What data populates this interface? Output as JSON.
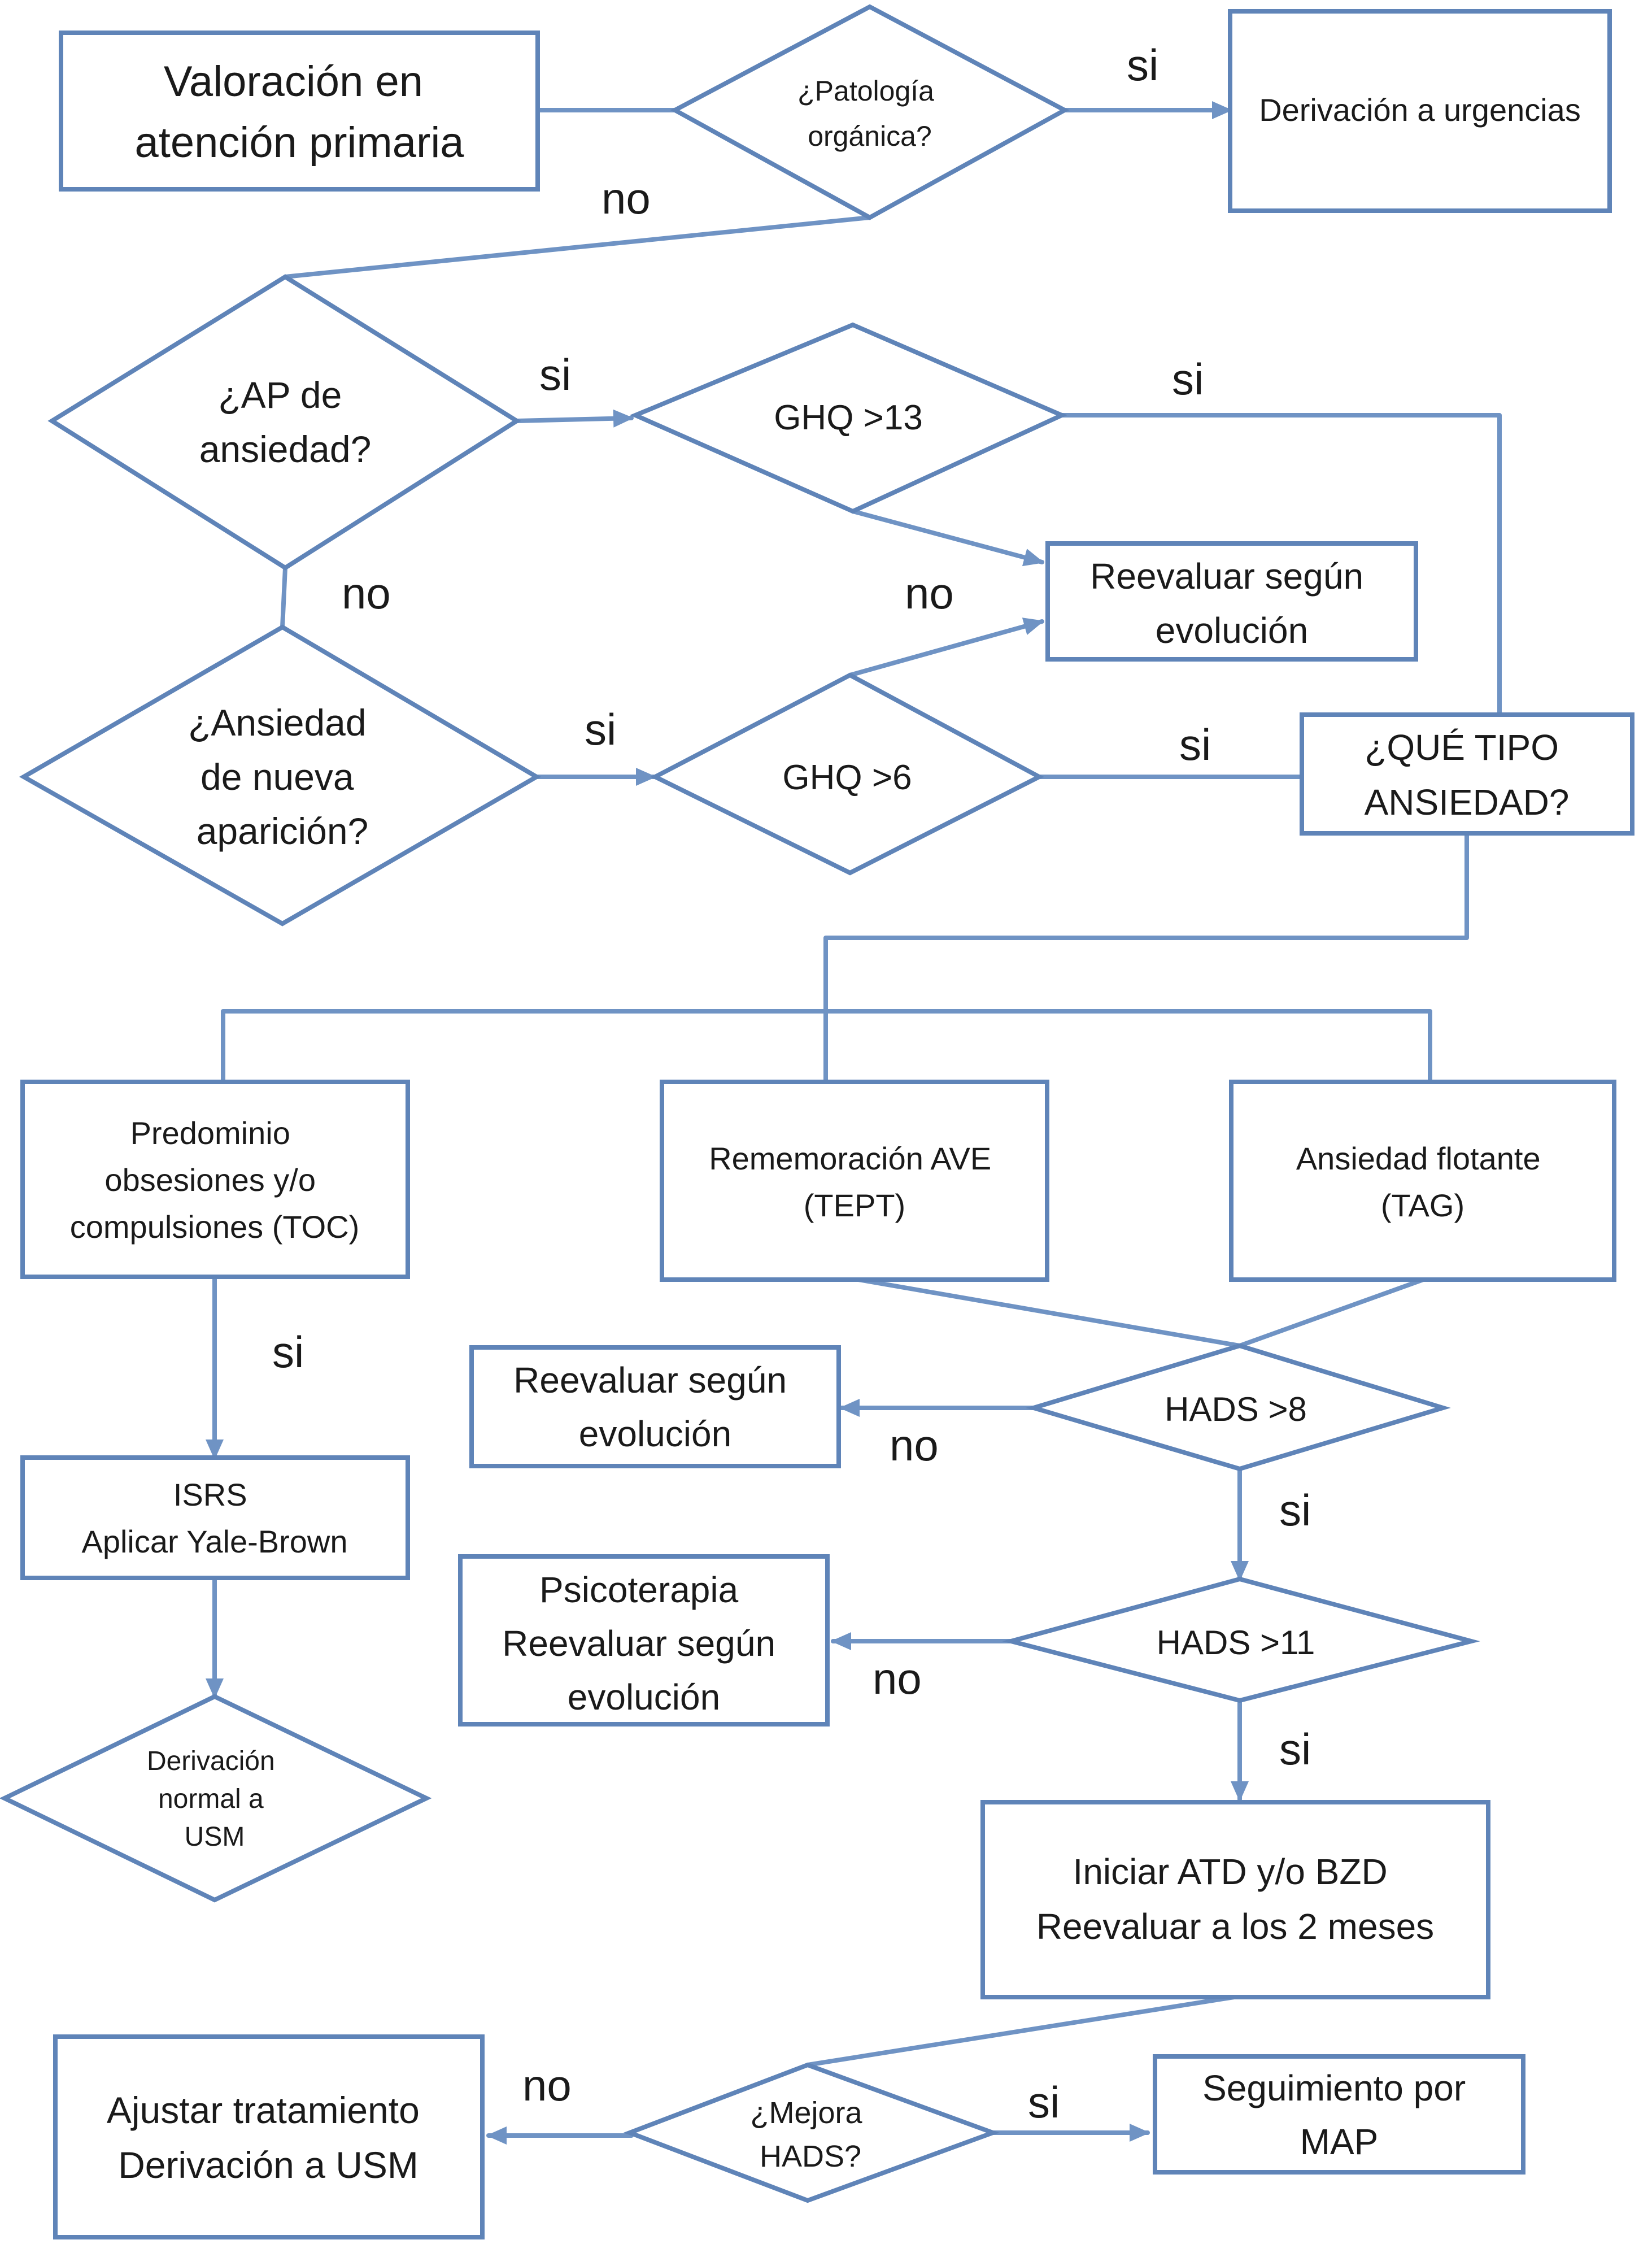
{
  "colors": {
    "shape_stroke": "#5f84b8",
    "connector": "#6f93c4",
    "text": "#1a1a1a",
    "background": "#ffffff"
  },
  "nodes": {
    "valoracion": [
      "Valoración en",
      "atención primaria"
    ],
    "patologia": [
      "¿Patología",
      "orgánica?"
    ],
    "urgencias": [
      "Derivación a urgencias"
    ],
    "ap_ansiedad": [
      "¿AP de",
      "ansiedad?"
    ],
    "ghq13": [
      "GHQ >13"
    ],
    "reevaluar_top": [
      "Reevaluar según",
      "evolución"
    ],
    "ansiedad_nueva": [
      "¿Ansiedad",
      "de nueva",
      "aparición?"
    ],
    "ghq6": [
      "GHQ >6"
    ],
    "que_tipo": [
      "¿QUÉ TIPO",
      "ANSIEDAD?"
    ],
    "toc": [
      "Predominio",
      "obsesiones y/o",
      "compulsiones (TOC)"
    ],
    "tept": [
      "Rememoración AVE",
      "(TEPT)"
    ],
    "tag": [
      "Ansiedad flotante",
      "(TAG)"
    ],
    "reevaluar_mid": [
      "Reevaluar según",
      "evolución"
    ],
    "hads8": [
      "HADS >8"
    ],
    "isrs": [
      "ISRS",
      "Aplicar Yale-Brown"
    ],
    "psicoterapia": [
      "Psicoterapia",
      "Reevaluar según",
      "evolución"
    ],
    "hads11": [
      "HADS >11"
    ],
    "derivacion_usm": [
      "Derivación",
      "normal a",
      "USM"
    ],
    "iniciar_atd": [
      "Iniciar ATD y/o BZD",
      "Reevaluar a los 2 meses"
    ],
    "ajustar": [
      "Ajustar tratamiento",
      "Derivación a USM"
    ],
    "mejora": [
      "¿Mejora",
      "HADS?"
    ],
    "seguimiento": [
      "Seguimiento por",
      "MAP"
    ]
  },
  "edge_labels": {
    "patologia_si": "si",
    "patologia_no": "no",
    "ap_si": "si",
    "ghq13_si": "si",
    "ap_no": "no",
    "ghq13_no": "no",
    "nueva_si": "si",
    "ghq6_si": "si",
    "toc_si": "si",
    "hads8_no": "no",
    "hads8_si": "si",
    "hads11_no": "no",
    "hads11_si": "si",
    "mejora_no": "no",
    "mejora_si": "si"
  }
}
